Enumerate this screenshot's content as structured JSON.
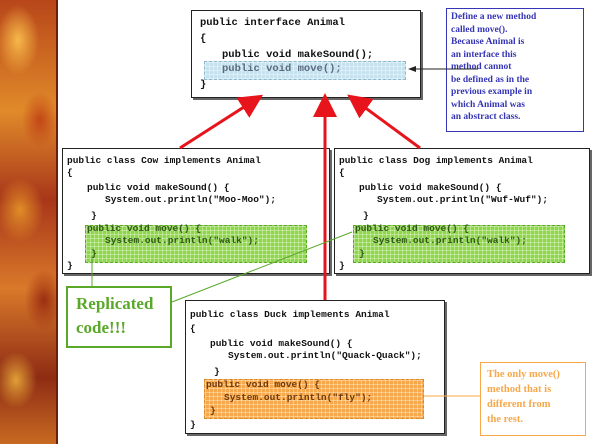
{
  "interface_box": {
    "lines": [
      "public interface Animal",
      "{",
      "public void makeSound();",
      "public void move();",
      "}"
    ]
  },
  "cow_box": {
    "lines": [
      "public class Cow implements Animal",
      "{",
      "public void makeSound() {",
      "System.out.println(\"Moo-Moo\");",
      "}",
      "public void move() {",
      "System.out.println(\"walk\");",
      "}",
      "}"
    ]
  },
  "dog_box": {
    "lines": [
      "public class Dog implements Animal",
      "{",
      "public void makeSound() {",
      "System.out.println(\"Wuf-Wuf\");",
      "}",
      "public void move() {",
      "System.out.println(\"walk\");",
      "}",
      "}"
    ]
  },
  "duck_box": {
    "lines": [
      "public class Duck implements Animal",
      "{",
      "public void makeSound() {",
      "System.out.println(\"Quack-Quack\");",
      "}",
      "public void move() {",
      "System.out.println(\"fly\");",
      "}",
      "}"
    ]
  },
  "note_move": {
    "lines": [
      "Define a new method",
      "called move().",
      "Because Animal is",
      "an interface this",
      "method cannot",
      "be defined as in the",
      "previous example  in",
      "which Animal was",
      "an abstract class."
    ]
  },
  "note_replicated": {
    "lines": [
      "Replicated",
      "code!!!"
    ]
  },
  "note_different": {
    "lines": [
      "The only move()",
      "method that is",
      "different from",
      "the rest."
    ]
  },
  "colors": {
    "arrow_red": "#e8141c",
    "note_blue": "#3535b5",
    "note_green": "#5aa82a",
    "note_orange": "#f7a84a",
    "highlight_blue": "#c6e2ee",
    "highlight_green": "#8fd64a",
    "highlight_orange": "#f7a84a"
  }
}
